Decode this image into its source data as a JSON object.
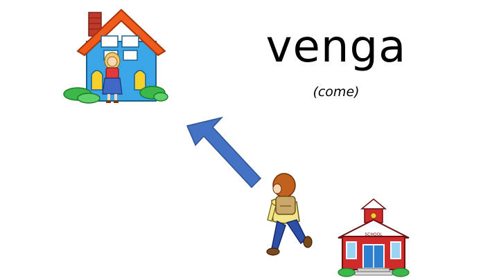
{
  "slide": {
    "word": "venga",
    "gloss": "(come)",
    "school_sign": "SCHOOL"
  },
  "colors": {
    "arrow": "#4472c4",
    "house_wall": "#3aa6e8",
    "house_roof": "#f05a1a",
    "school_wall": "#d12a2a",
    "bush": "#3cb84a"
  }
}
